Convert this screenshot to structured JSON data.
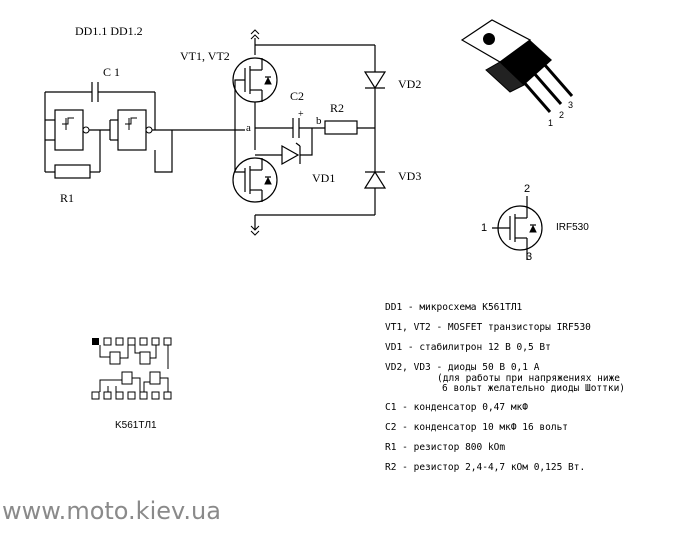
{
  "schematic": {
    "dd_label": "DD1.1 DD1.2",
    "c1": "C 1",
    "r1": "R1",
    "vt_label": "VT1, VT2",
    "c2": "C2",
    "plus": "+",
    "node_a": "a",
    "node_b": "b",
    "r2": "R2",
    "vd1": "VD1",
    "vd2": "VD2",
    "vd3": "VD3"
  },
  "package": {
    "pins": [
      "1",
      "2",
      "3"
    ]
  },
  "mosfet_symbol": {
    "pin_gate": "1",
    "pin_drain": "2",
    "pin_source": "3",
    "part": "IRF530"
  },
  "chip": {
    "label": "K561TЛ1"
  },
  "parts_list": [
    "DD1 - микросхема K561TЛ1",
    "VT1, VT2 - MOSFET транзисторы IRF530",
    "VD1 - стабилитрон 12 В 0,5 Вт",
    "VD2, VD3 - диоды 50 В 0,1 А",
    "(для работы при напряжениях ниже",
    "6 вольт желательно диоды Шоттки)",
    "C1 - конденсатор 0,47 мкФ",
    "C2 - конденсатор 10 мкФ 16 вольт",
    "R1 - резистор 800 kOm",
    "R2 - резистор 2,4-4,7 кОм 0,125 Вт."
  ],
  "watermark": "www.moto.kiev.ua"
}
